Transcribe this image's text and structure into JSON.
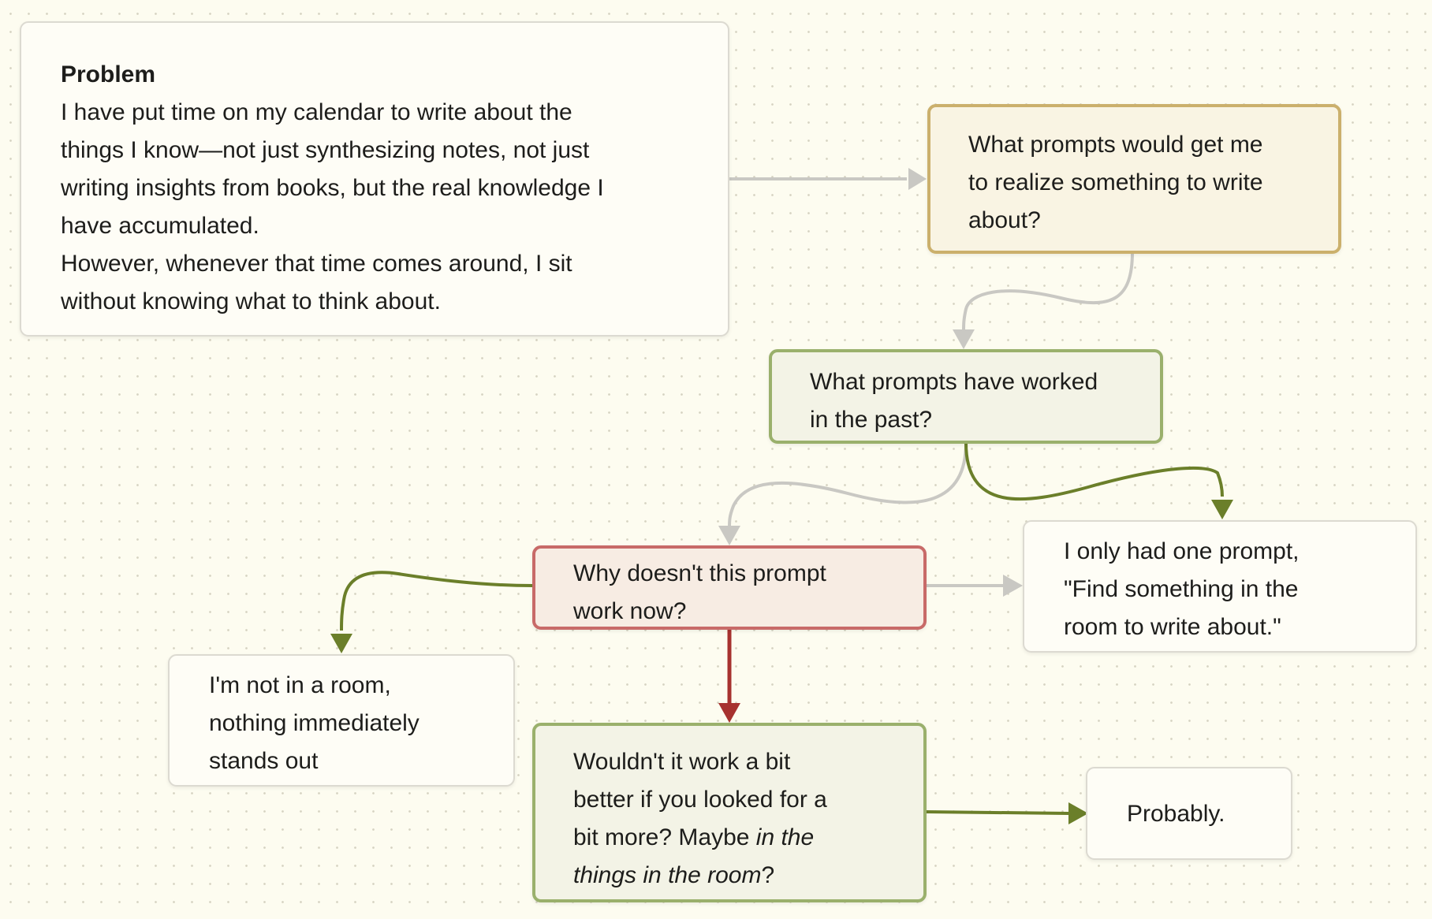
{
  "canvas": {
    "colors": {
      "background": "#fdfcf0",
      "edge_gray": "#c9c8c3",
      "edge_green": "#6b7f2a",
      "edge_red": "#a7322f",
      "card_yellow_border": "#cbb06c",
      "card_green_border": "#9ab06c",
      "card_red_border": "#c86a68"
    },
    "cards": {
      "problem": {
        "title": "Problem",
        "body": "I have put time on my calendar to write about the\nthings I know—not just synthesizing notes, not just\nwriting insights from books, but the real knowledge I\nhave accumulated.\nHowever, whenever that time comes around, I sit\nwithout knowing what to think about."
      },
      "prompts_question": {
        "text": "What prompts would get me\nto realize something to write\nabout?"
      },
      "worked_before": {
        "text": "What prompts have worked\nin the past?"
      },
      "why_not_now": {
        "text": "Why doesn't this prompt\nwork now?"
      },
      "one_prompt": {
        "text": "I only had one prompt,\n\"Find something in the\nroom to write about.\""
      },
      "not_in_room": {
        "text": "I'm not in a room,\nnothing immediately\nstands out"
      },
      "look_more": {
        "line1": "Wouldn't it work a bit",
        "line2": "better if you looked for a",
        "line3_start": "bit more? Maybe ",
        "line3_em": "in the",
        "line4_em": "things in the room",
        "line4_end": "?"
      },
      "probably": {
        "text": "Probably."
      }
    }
  }
}
